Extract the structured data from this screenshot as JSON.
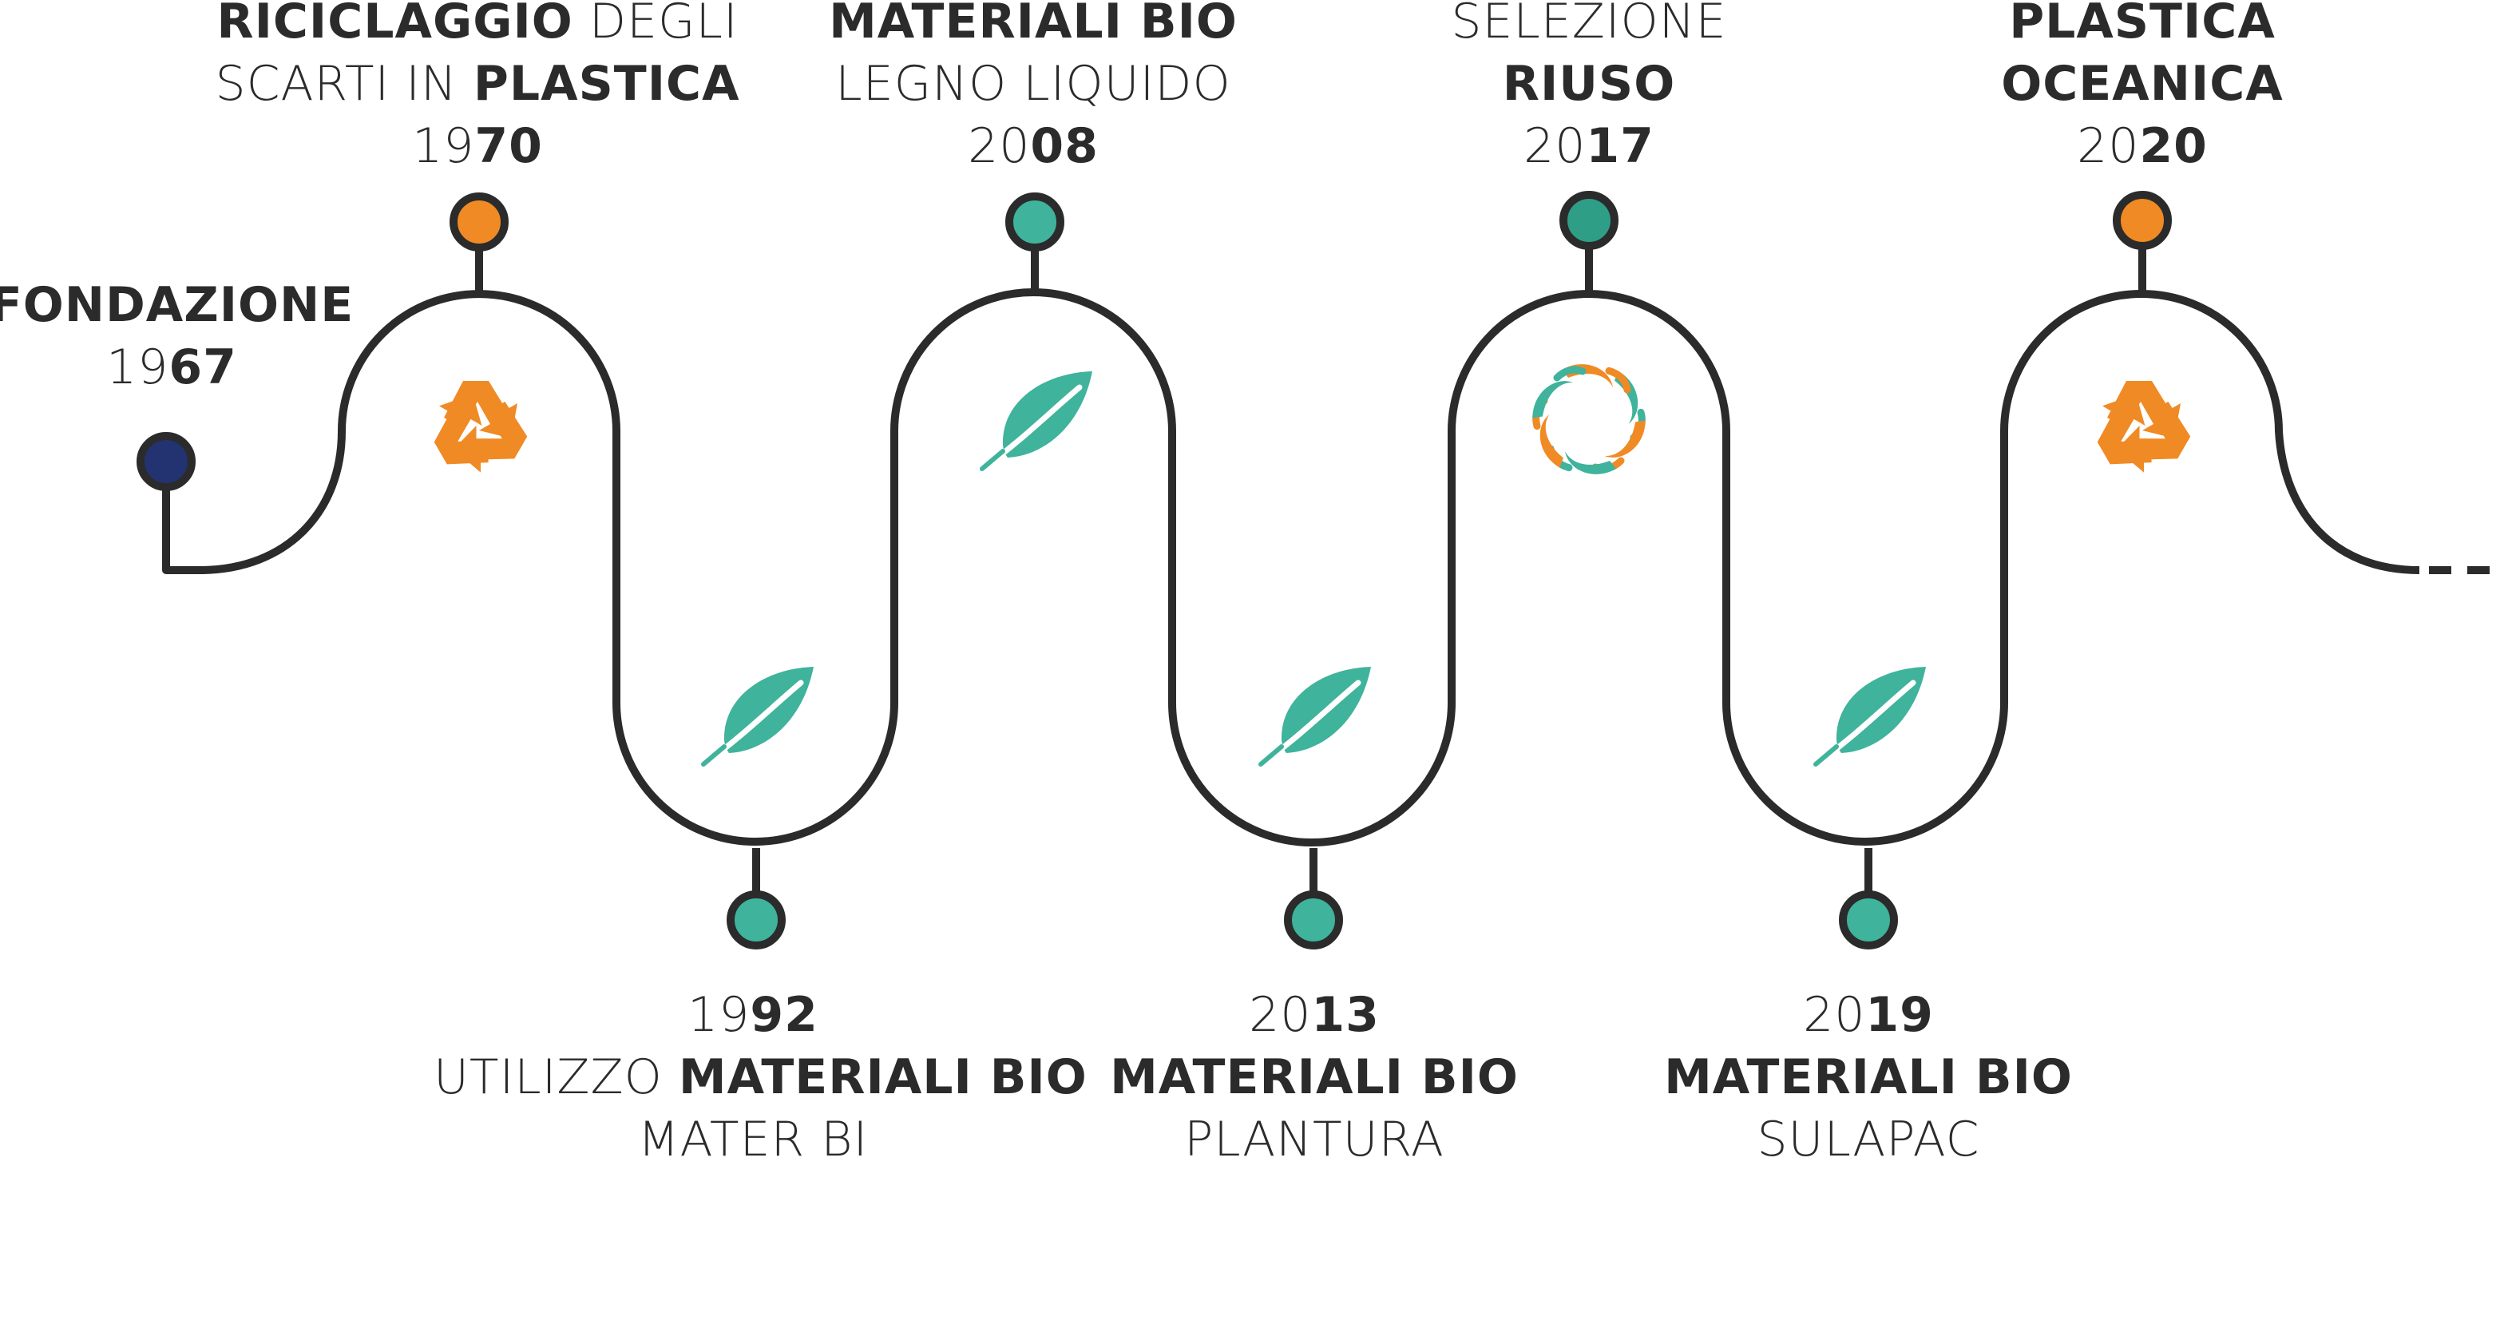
{
  "colors": {
    "track": "#2b2b2b",
    "orange": "#f08a24",
    "teal": "#3fb39b",
    "teal_dark": "#2f9e86",
    "navy": "#233371",
    "text": "#2b2b2b"
  },
  "milestones": [
    {
      "id": "fondazione",
      "dot_color": "navy",
      "icon": "none",
      "lines": [
        [
          {
            "t": "FONDAZIONE",
            "b": true
          }
        ],
        [
          {
            "t": "19",
            "b": false
          },
          {
            "t": "67",
            "b": true
          }
        ]
      ]
    },
    {
      "id": "1970",
      "dot_color": "orange",
      "icon": "recycle-icon",
      "lines": [
        [
          {
            "t": "RICICLAGGIO",
            "b": true
          },
          {
            "t": " DEGLI",
            "b": false
          }
        ],
        [
          {
            "t": "SCARTI IN ",
            "b": false
          },
          {
            "t": "PLASTICA",
            "b": true
          }
        ],
        [
          {
            "t": "19",
            "b": false
          },
          {
            "t": "70",
            "b": true
          }
        ]
      ]
    },
    {
      "id": "1992",
      "dot_color": "teal",
      "icon": "leaf-icon",
      "lines": [
        [
          {
            "t": "19",
            "b": false
          },
          {
            "t": "92",
            "b": true
          }
        ],
        [
          {
            "t": "UTILIZZO ",
            "b": false
          },
          {
            "t": "MATERIALI BIO",
            "b": true
          }
        ],
        [
          {
            "t": "MATER BI",
            "b": false
          }
        ]
      ]
    },
    {
      "id": "2008",
      "dot_color": "teal",
      "icon": "leaf-icon",
      "lines": [
        [
          {
            "t": "MATERIALI BIO",
            "b": true
          }
        ],
        [
          {
            "t": "LEGNO LIQUIDO",
            "b": false
          }
        ],
        [
          {
            "t": "20",
            "b": false
          },
          {
            "t": "08",
            "b": true
          }
        ]
      ]
    },
    {
      "id": "2013",
      "dot_color": "teal",
      "icon": "leaf-icon",
      "lines": [
        [
          {
            "t": "20",
            "b": false
          },
          {
            "t": "13",
            "b": true
          }
        ],
        [
          {
            "t": "MATERIALI BIO",
            "b": true
          }
        ],
        [
          {
            "t": "PLANTURA",
            "b": false
          }
        ]
      ]
    },
    {
      "id": "2017",
      "dot_color": "teal_dark",
      "icon": "reuse-star-icon",
      "lines": [
        [
          {
            "t": "SELEZIONE",
            "b": false
          }
        ],
        [
          {
            "t": "RIUSO",
            "b": true
          }
        ],
        [
          {
            "t": "20",
            "b": false
          },
          {
            "t": "17",
            "b": true
          }
        ]
      ]
    },
    {
      "id": "2019",
      "dot_color": "teal",
      "icon": "leaf-icon",
      "lines": [
        [
          {
            "t": "20",
            "b": false
          },
          {
            "t": "19",
            "b": true
          }
        ],
        [
          {
            "t": "MATERIALI BIO",
            "b": true
          }
        ],
        [
          {
            "t": "SULAPAC",
            "b": false
          }
        ]
      ]
    },
    {
      "id": "2020",
      "dot_color": "orange",
      "icon": "recycle-icon",
      "lines": [
        [
          {
            "t": "PLASTICA",
            "b": true
          }
        ],
        [
          {
            "t": "OCEANICA",
            "b": true
          }
        ],
        [
          {
            "t": "20",
            "b": false
          },
          {
            "t": "20",
            "b": true
          }
        ]
      ]
    }
  ]
}
